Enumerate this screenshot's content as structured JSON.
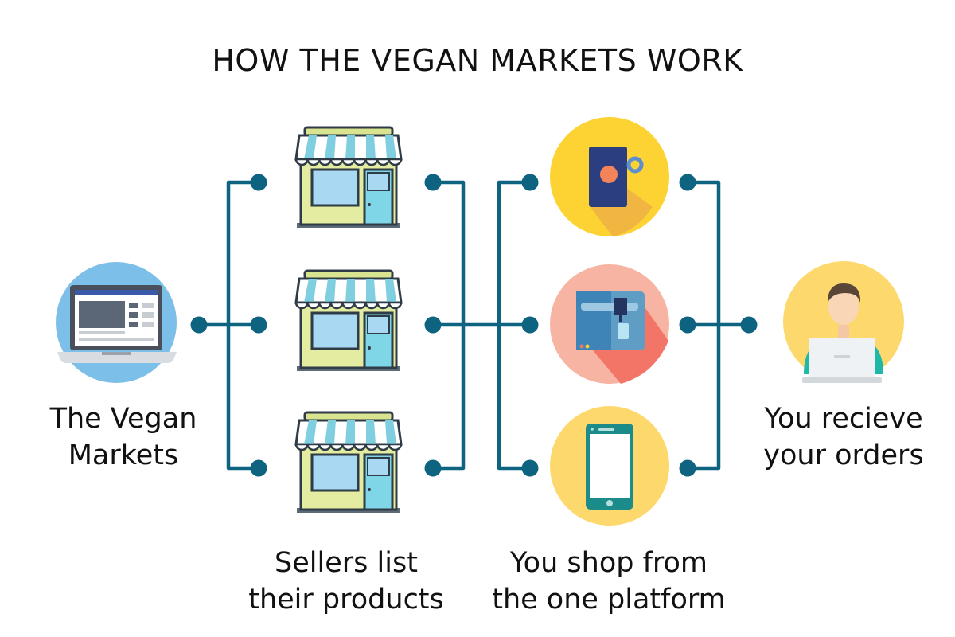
{
  "title": "HOW THE VEGAN MARKETS WORK",
  "stages": {
    "markets": {
      "line1": "The Vegan",
      "line2": "Markets",
      "icon": "laptop-icon"
    },
    "sellers": {
      "line1": "Sellers list",
      "line2": "their products",
      "icon": "storefront-icon"
    },
    "shop": {
      "line1": "You shop from",
      "line2": "the one platform",
      "icon": "product-category-icons"
    },
    "orders": {
      "line1": "You recieve",
      "line2": "your orders",
      "icon": "customer-icon"
    }
  },
  "colors": {
    "connector": "#0e6480",
    "node": "#0e6480",
    "laptop_circle": "#7cbfe8",
    "mug_circle": "#fdd233",
    "machine_circle": "#f8b4a2",
    "phone_circle": "#fdd86d",
    "customer_circle": "#fdd86d",
    "awning_blue": "#7fcfe0",
    "shop_wall": "#e3eca0"
  }
}
